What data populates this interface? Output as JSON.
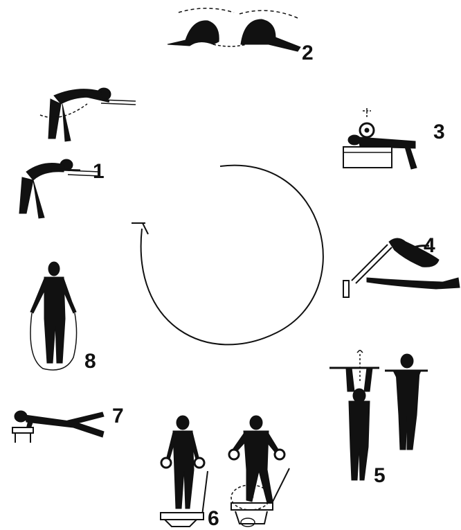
{
  "stations": [
    {
      "id": 1,
      "label": "1",
      "icon": "bent-over-row-figure"
    },
    {
      "id": 2,
      "label": "2",
      "icon": "rocking-stretch-figure"
    },
    {
      "id": 3,
      "label": "3",
      "icon": "bench-press-figure"
    },
    {
      "id": 4,
      "label": "4",
      "icon": "incline-sit-up-figure"
    },
    {
      "id": 5,
      "label": "5",
      "icon": "pull-up-figure"
    },
    {
      "id": 6,
      "label": "6",
      "icon": "dumbbell-step-up-figure"
    },
    {
      "id": 7,
      "label": "7",
      "icon": "push-up-figure"
    },
    {
      "id": 8,
      "label": "8",
      "icon": "jump-rope-figure"
    }
  ],
  "cycle_arrow": {
    "icon": "circular-arrow-icon",
    "direction": "clockwise"
  },
  "colors": {
    "ink": "#111111",
    "background": "#ffffff"
  }
}
